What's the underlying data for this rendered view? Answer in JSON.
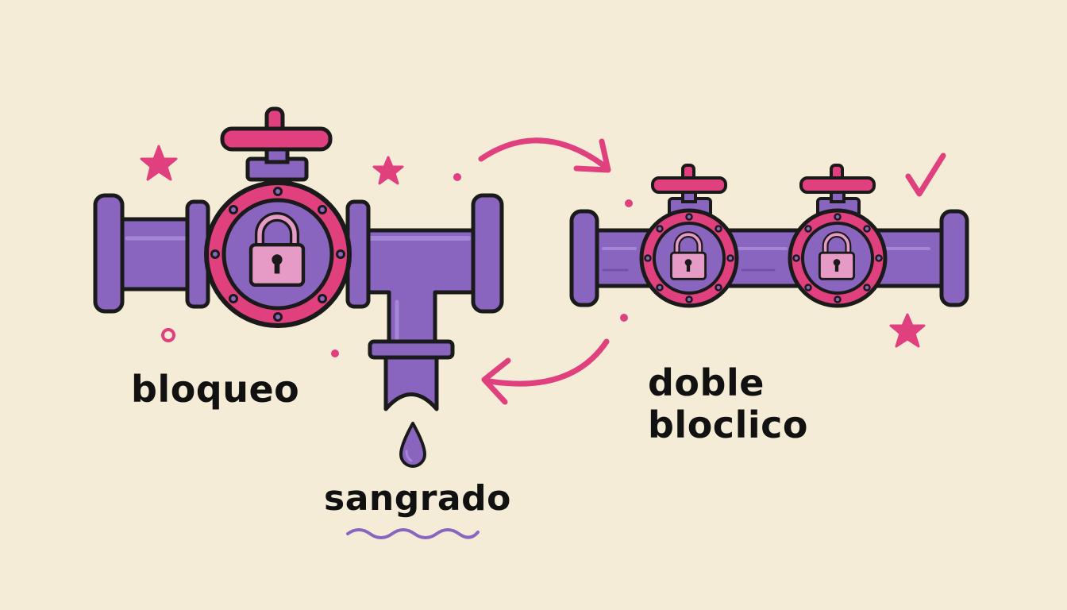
{
  "labels": {
    "block": "bloqueo",
    "bleed": "sangrado",
    "double_block_line1": "doble",
    "double_block_line2": "bloclico"
  },
  "colors": {
    "background": "#f4ecd6",
    "pipe_purple": "#8a65bf",
    "pipe_purple_light": "#a586d6",
    "accent_pink": "#e0407e",
    "lock_pink": "#e59bc6",
    "outline": "#1a1a1a"
  },
  "icons": [
    "valve-icon",
    "padlock-icon",
    "arrow-icon",
    "drop-icon",
    "sparkle-icon",
    "checkmark-icon",
    "wave-icon"
  ]
}
